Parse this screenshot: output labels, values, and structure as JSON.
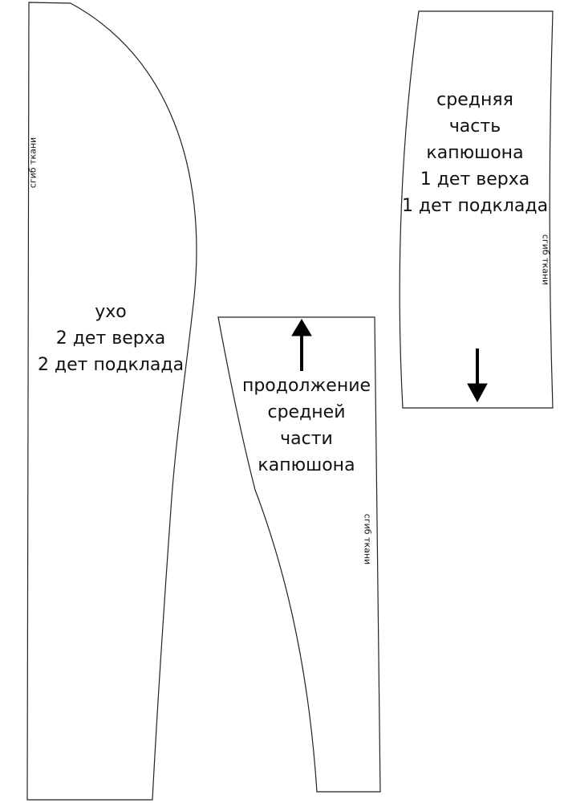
{
  "pieces": {
    "ear": {
      "label_lines": [
        "ухо",
        "2 дет верха",
        "2 дет подклада"
      ],
      "fold_label": "сгиб ткани"
    },
    "hood_middle": {
      "label_lines": [
        "средняя",
        "часть",
        "капюшона",
        "1 дет верха",
        "1 дет подклада"
      ],
      "fold_label": "сгиб ткани"
    },
    "hood_middle_continuation": {
      "label_lines": [
        "продолжение",
        "средней",
        "части",
        "капюшона"
      ],
      "fold_label": "сгиб ткани"
    }
  },
  "icons": {
    "up_arrow": "arrow-up-icon",
    "down_arrow": "arrow-down-icon"
  },
  "colors": {
    "outline": "#222222",
    "arrow": "#000000",
    "background": "#ffffff"
  }
}
